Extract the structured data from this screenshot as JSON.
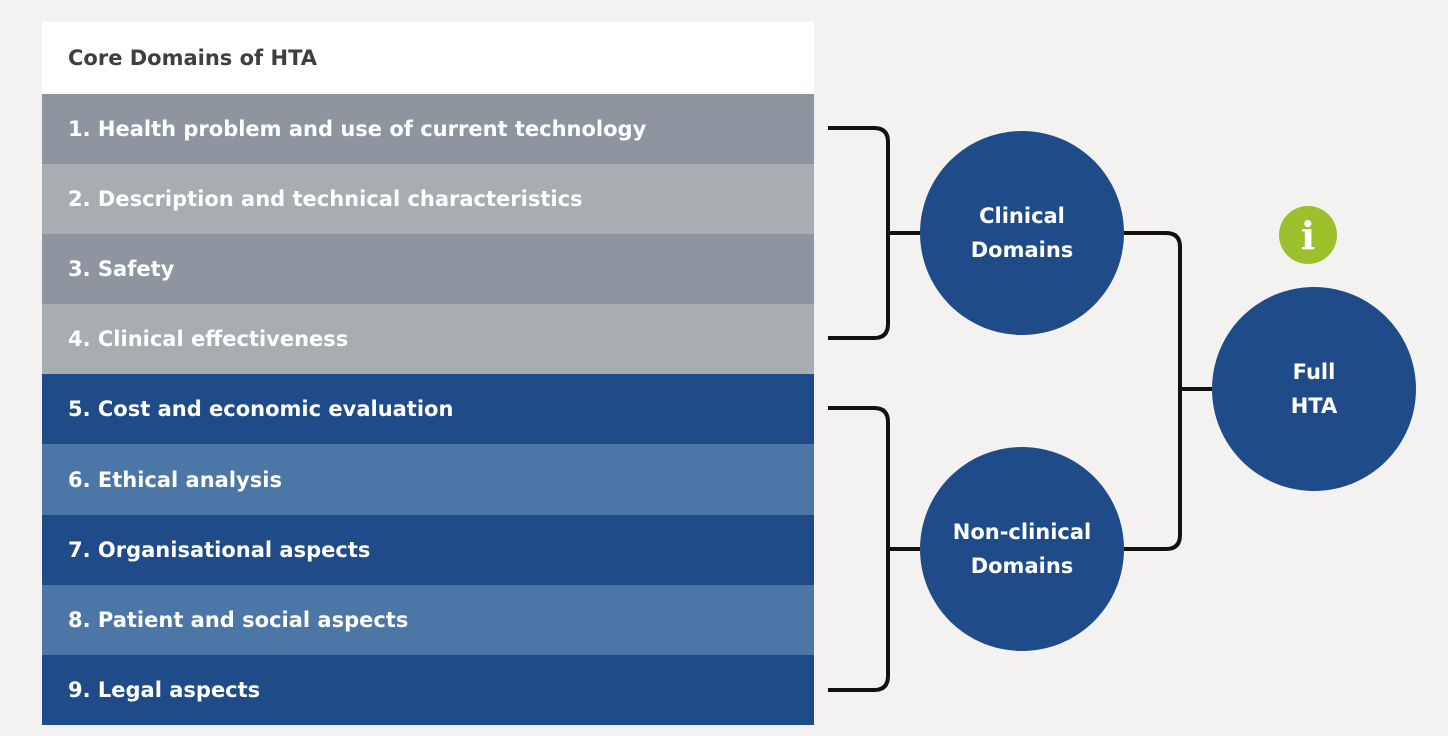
{
  "table": {
    "title": "Core Domains of HTA",
    "rows": [
      {
        "label": "1. Health problem and use of current technology",
        "color": "#8e959f"
      },
      {
        "label": "2. Description and technical characteristics",
        "color": "#a8adb2"
      },
      {
        "label": "3. Safety",
        "color": "#8e959f"
      },
      {
        "label": "4. Clinical effectiveness",
        "color": "#a8adb2"
      },
      {
        "label": "5. Cost and economic evaluation",
        "color": "#1f4c88"
      },
      {
        "label": "6. Ethical analysis",
        "color": "#4b76a6"
      },
      {
        "label": "7. Organisational aspects",
        "color": "#1f4c88"
      },
      {
        "label": "8. Patient and social aspects",
        "color": "#4b76a6"
      },
      {
        "label": "9. Legal aspects",
        "color": "#1f4c88"
      }
    ]
  },
  "groups": {
    "clinical": "Clinical\nDomains",
    "nonclinical": "Non-clinical\nDomains",
    "full": "Full\nHTA"
  },
  "icons": {
    "info": "info-icon"
  },
  "colors": {
    "navy": "#1f4c88",
    "green": "#9dc12d",
    "connector": "#111111",
    "background": "#f3f2f0"
  }
}
